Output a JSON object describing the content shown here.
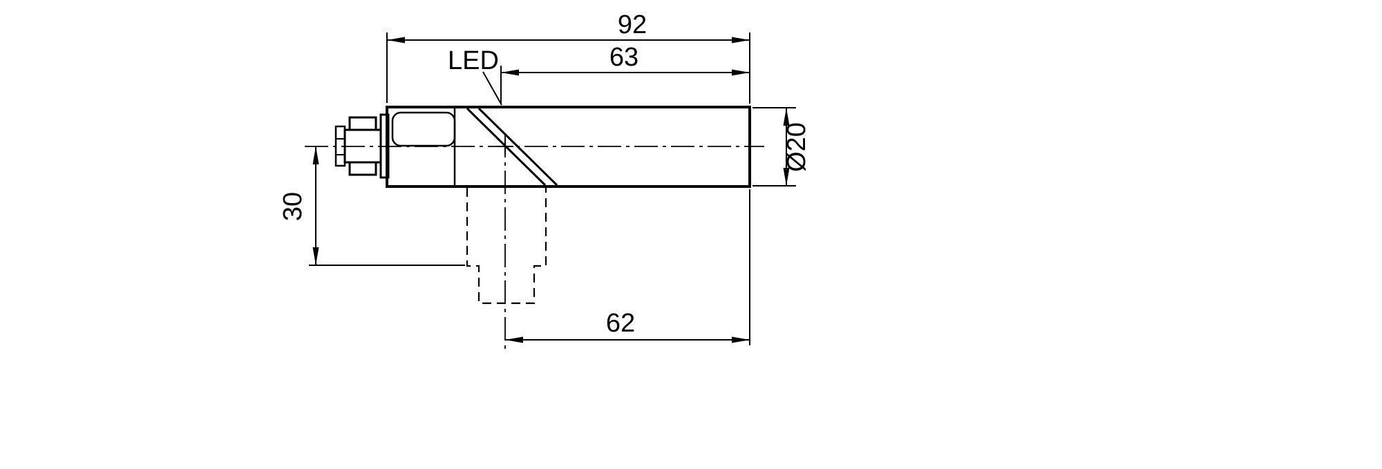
{
  "page": {
    "background_color": "#ffffff",
    "line_color": "#000000"
  },
  "drawing": {
    "type": "technical-dimension-drawing",
    "labels": {
      "led": "LED",
      "overall_length": "92",
      "upper_length": "63",
      "lower_length": "62",
      "vertical_offset": "30",
      "diameter": "Ø20"
    }
  }
}
